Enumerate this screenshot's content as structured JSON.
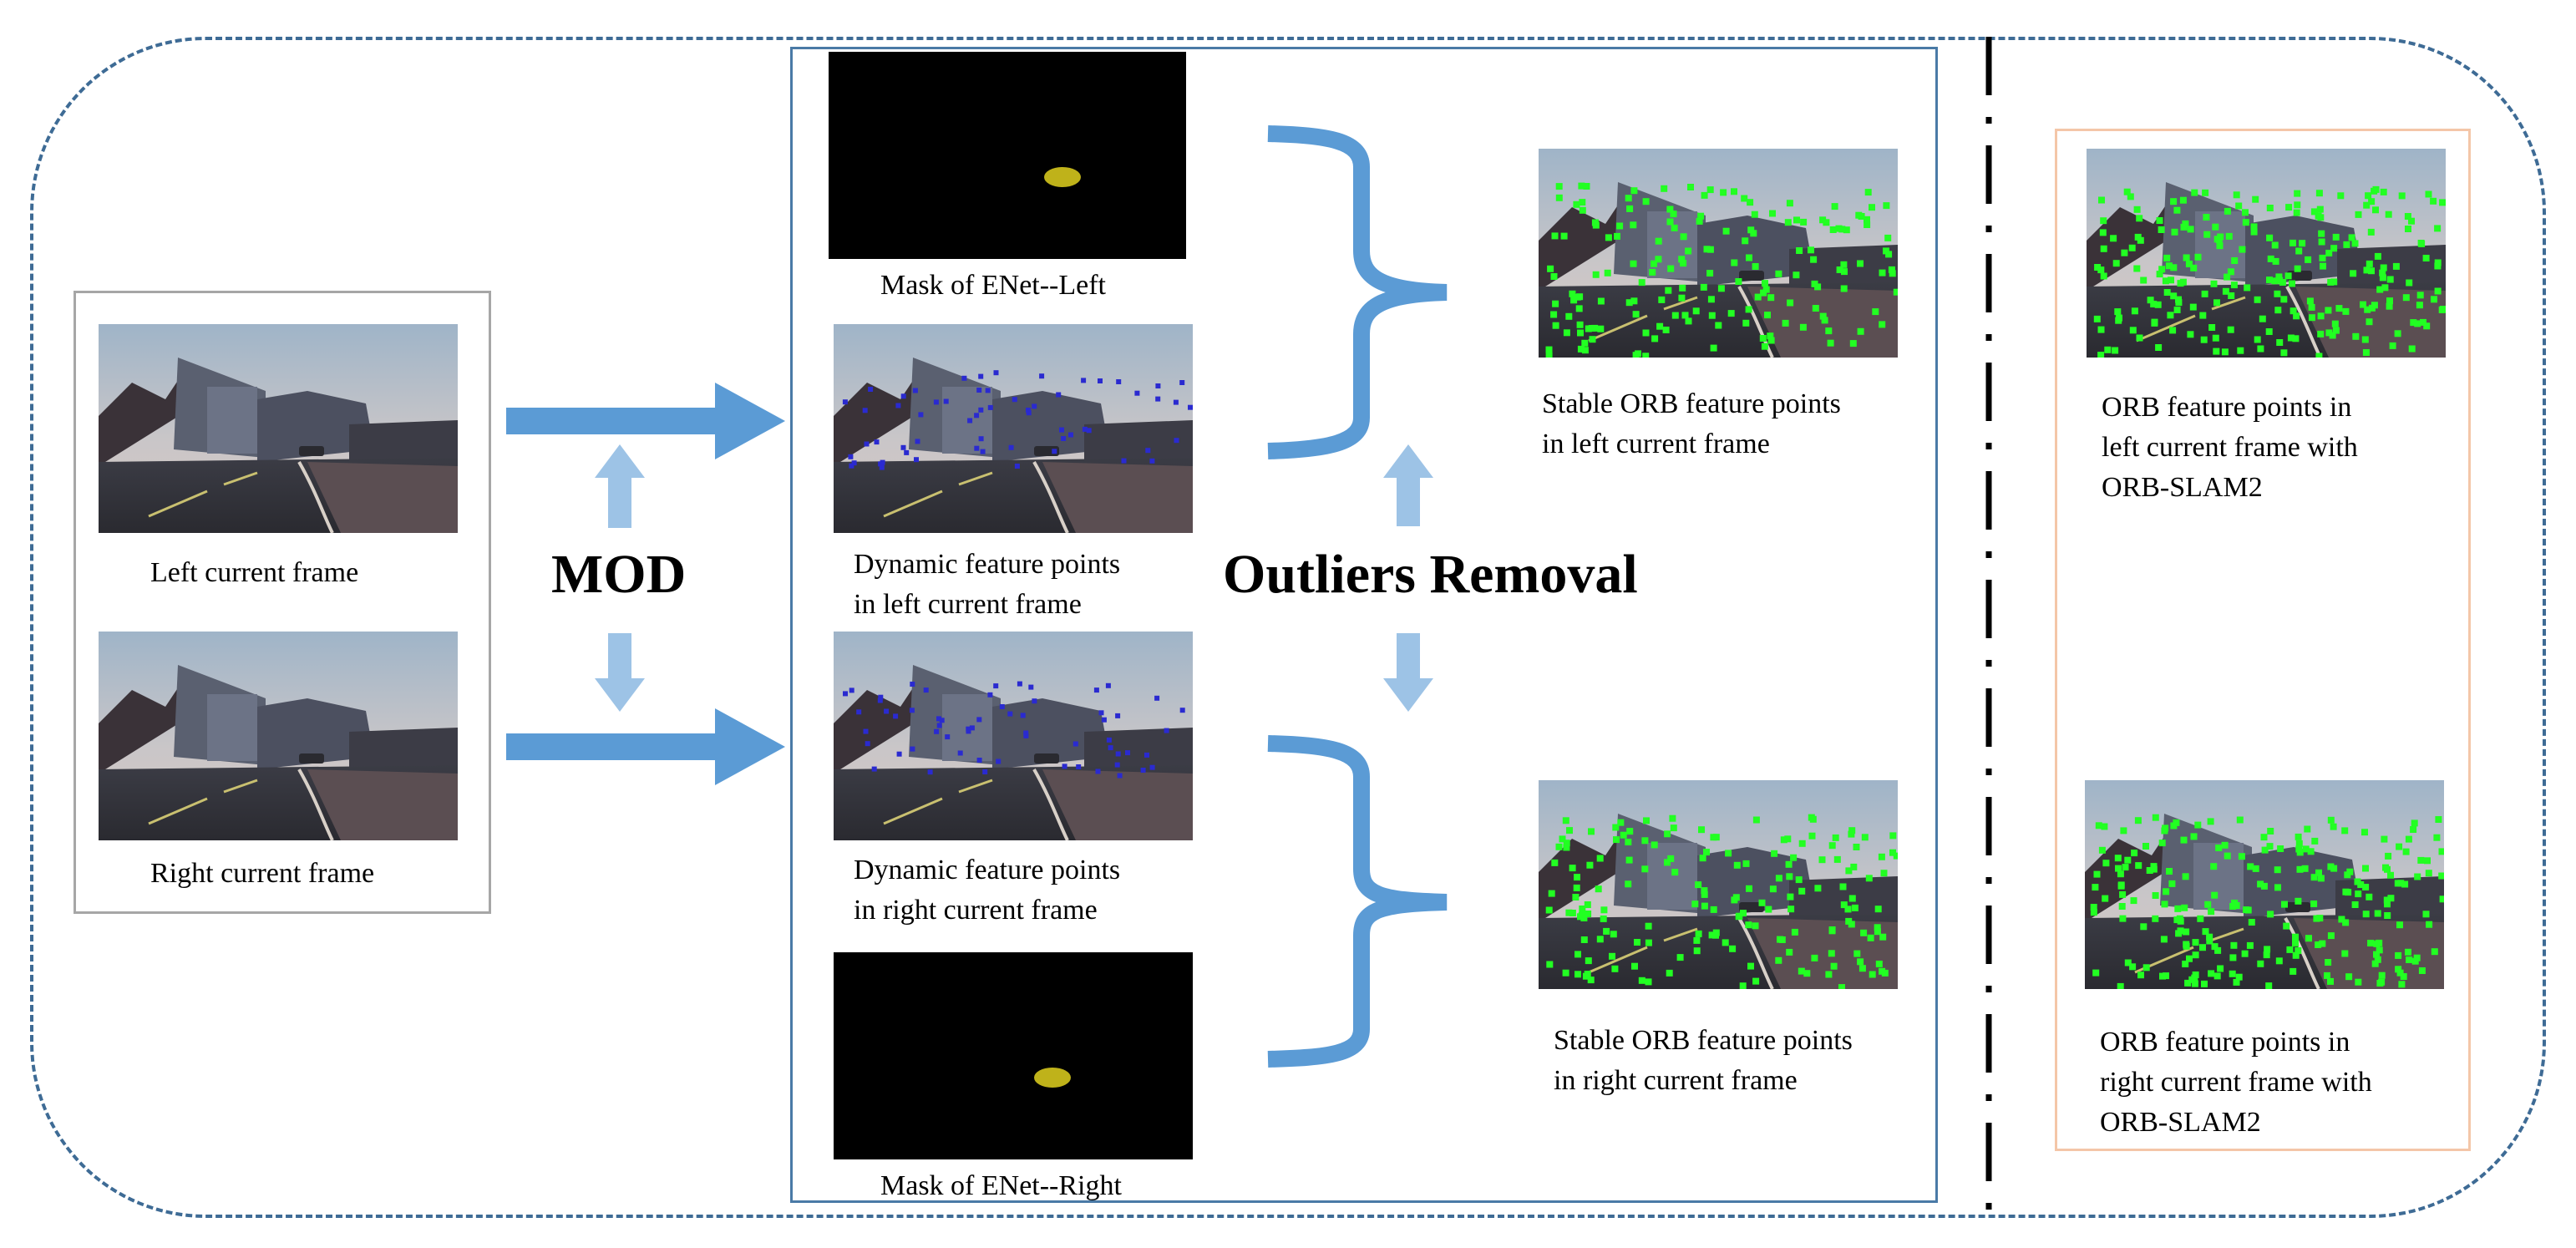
{
  "labels": {
    "left_current_frame": "Left current frame",
    "right_current_frame": "Right current frame",
    "mod": "MOD",
    "mask_left": "Mask of ENet--Left",
    "dyn_left": "Dynamic  feature points\nin left current frame",
    "dyn_right": "Dynamic  feature points\nin right current frame",
    "mask_right": "Mask of ENet--Right",
    "outliers_removal": "Outliers Removal",
    "stable_left": "Stable ORB feature points\nin left current frame",
    "stable_right": "Stable ORB feature points\nin right current frame",
    "orbslam_left": "ORB feature points in\nleft current frame with\nORB-SLAM2",
    "orbslam_right": "ORB feature points in\nright current frame with\nORB-SLAM2"
  },
  "colors": {
    "outer_frame": "#3e6b95",
    "center_box": "#4a7aa6",
    "input_box": "#a6a6a6",
    "orbslam_box": "#f4c6a8",
    "arrow_dark": "#5b9bd5",
    "arrow_light": "#9dc3e6",
    "feature_green": "#22ff22",
    "feature_blue": "#2a2ad0",
    "mask_yellow": "#bfb21a"
  },
  "icons": {
    "dyn_points": "blue-dots",
    "orb_points": "green-dots",
    "mask_blob": "yellow-car-mask"
  }
}
